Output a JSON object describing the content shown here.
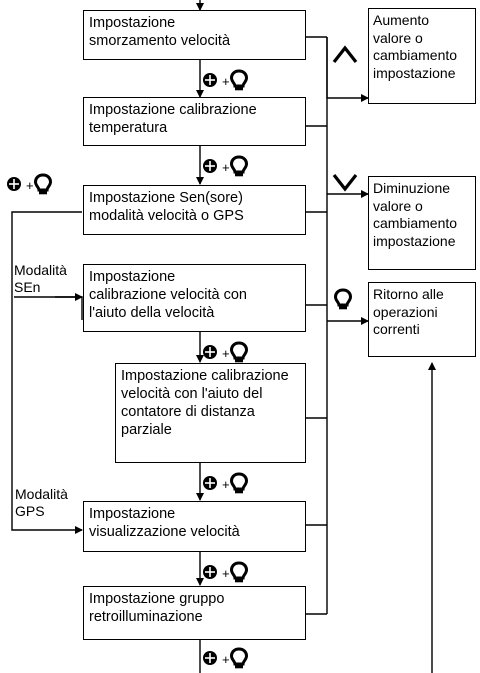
{
  "boxes": {
    "smorzamento": "Impostazione\nsmorzamento velocità",
    "temperatura": "Impostazione calibrazione\ntemperatura",
    "sensore": "Impostazione Sen(sore)\nmodalità velocità o GPS",
    "calib_vel": "Impostazione\ncalibrazione velocità con\nl'aiuto della velocità",
    "calib_dist": "Impostazione calibrazione\nvelocità con l'aiuto del\ncontatore di distanza\nparziale",
    "visualizzazione": "Impostazione\nvisualizzazione velocità",
    "retro": "Impostazione gruppo\nretroilluminazione",
    "aumento": "Aumento\nvalore o\ncambiamento\nimpostazione",
    "diminuzione": "Diminuzione\nvalore o\ncambiamento\nimpostazione",
    "ritorno": "Ritorno alle\noperazioni\ncorrenti"
  },
  "labels": {
    "mod_sen": "Modalità\nSEn",
    "mod_gps": "Modalità\nGPS",
    "plus": "+"
  },
  "icons": {
    "combo": [
      "clock-button-icon",
      "bulb-button-icon"
    ],
    "up": "chevron-up-icon",
    "down": "chevron-down-icon",
    "light": "bulb-button-icon"
  }
}
